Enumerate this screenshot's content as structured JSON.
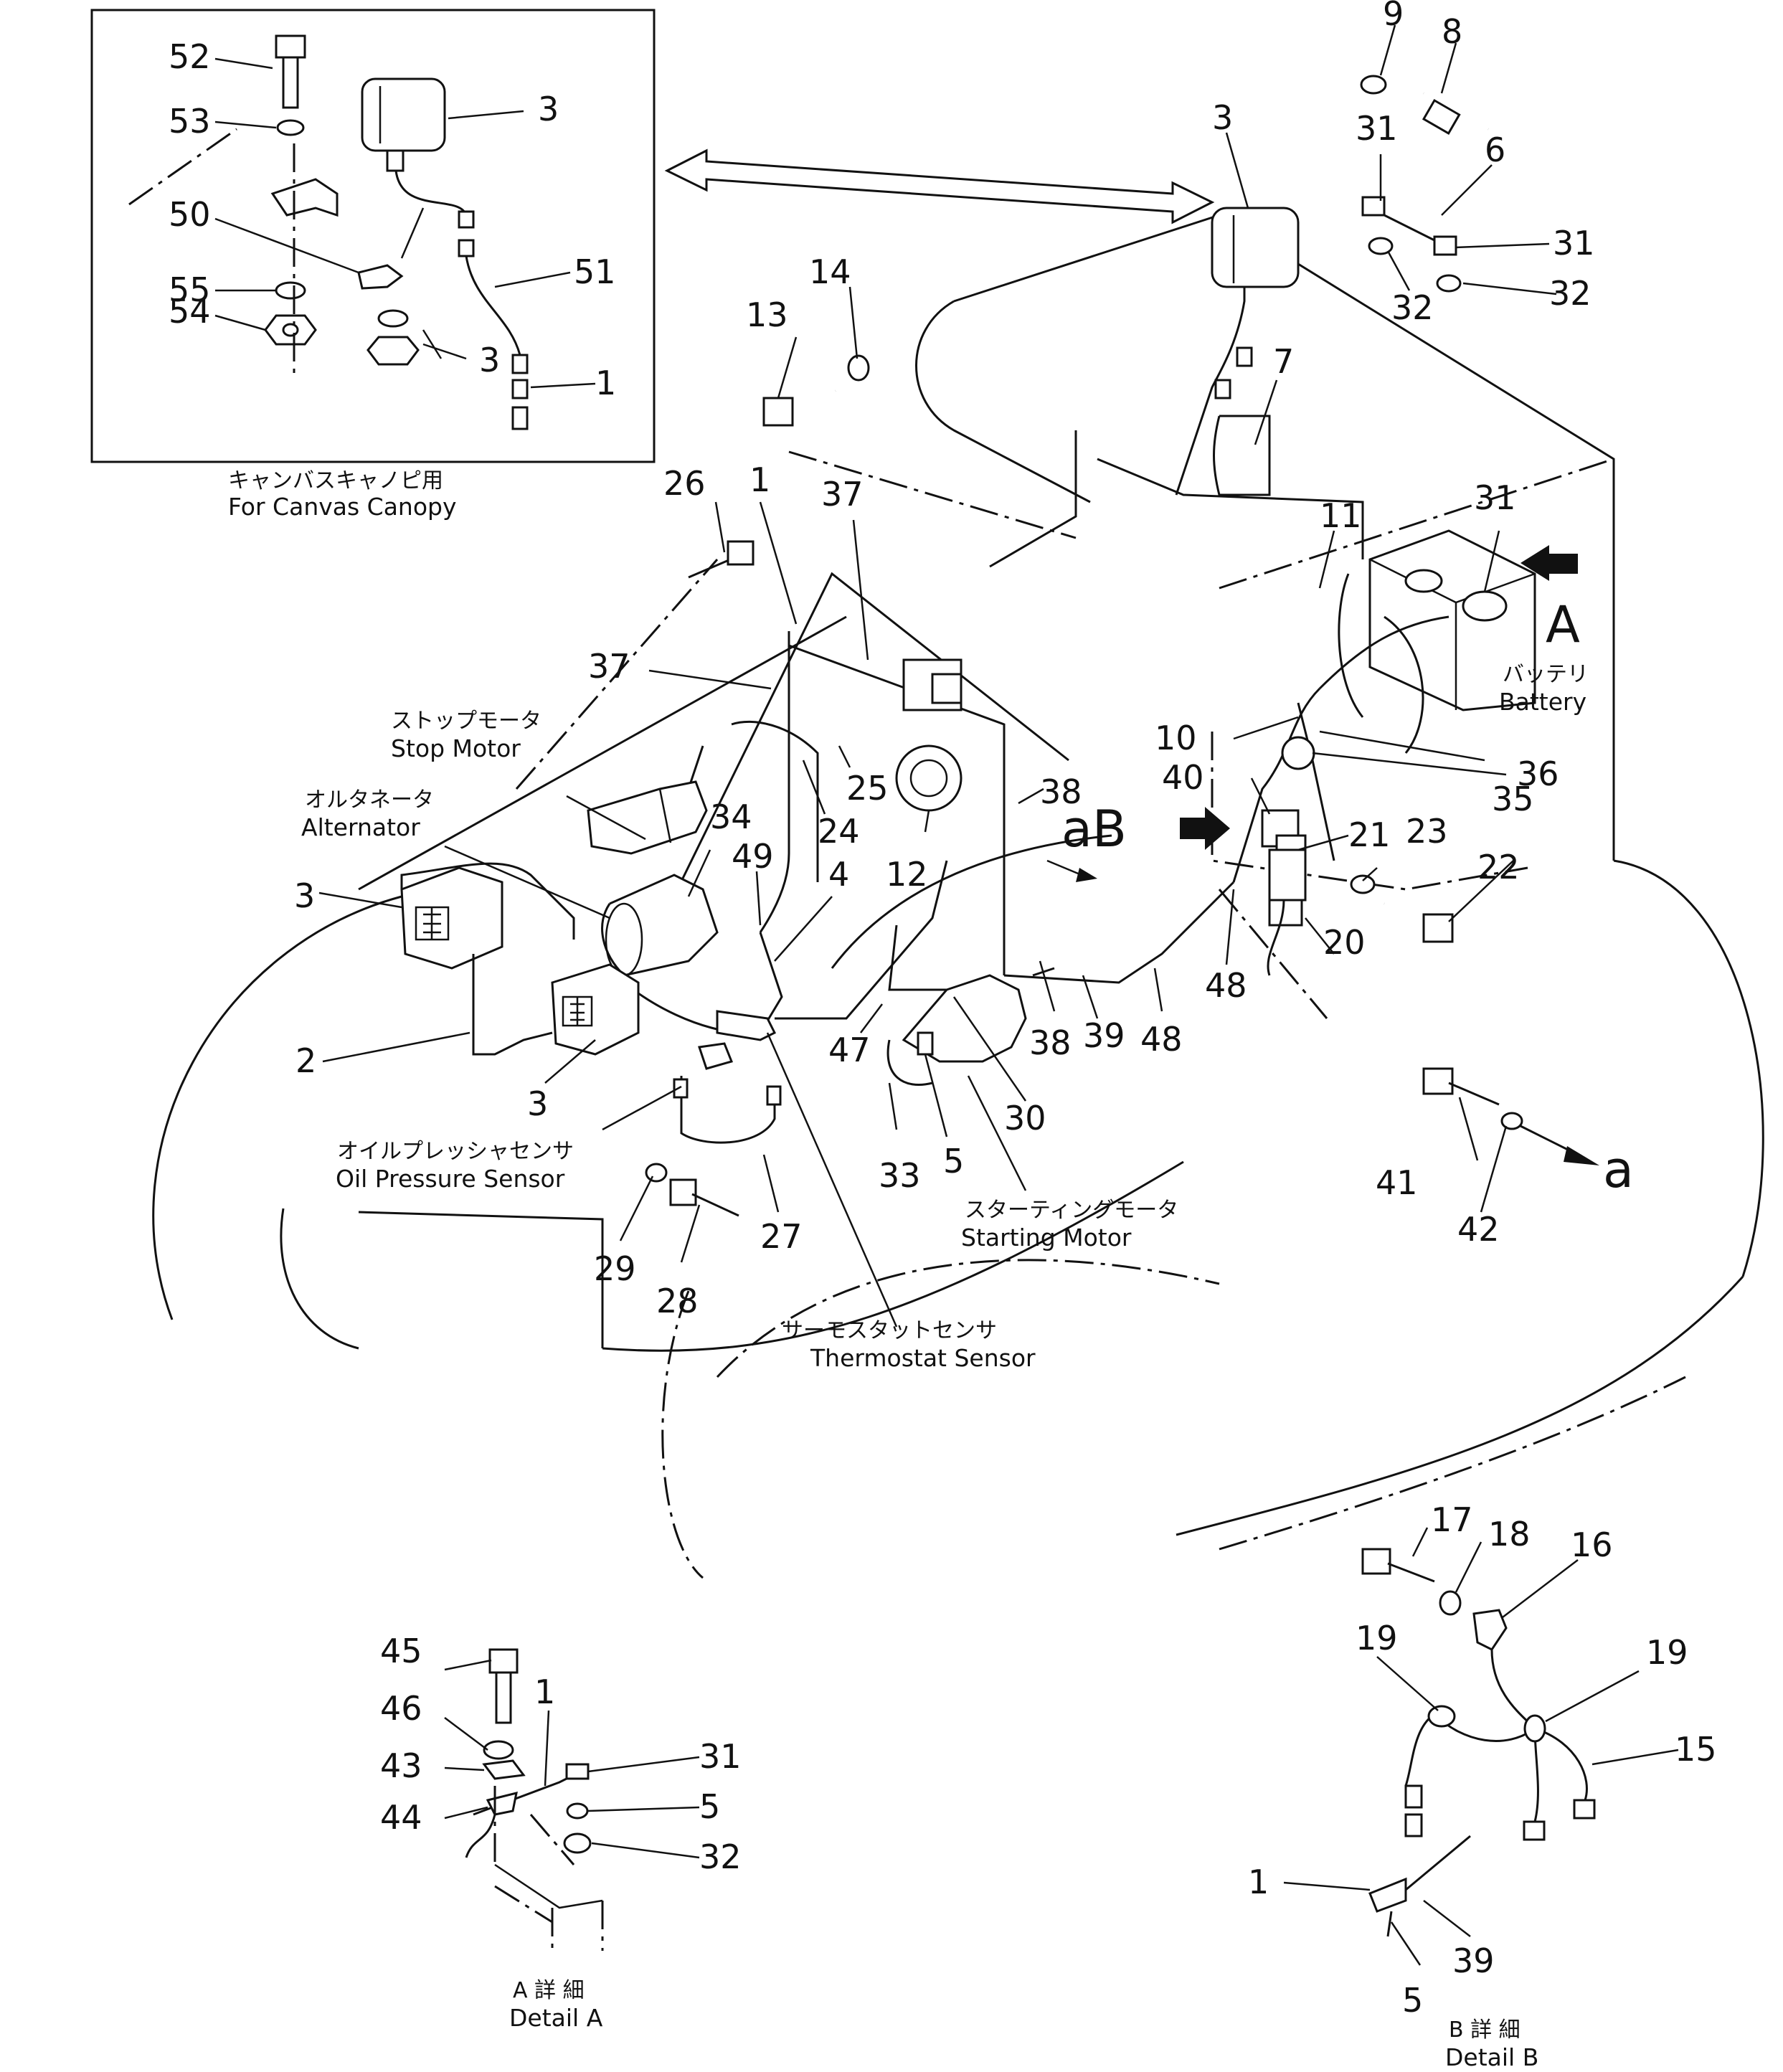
{
  "inset": {
    "caption_jp": "キャンバスキャノピ用",
    "caption_en": "For Canvas Canopy",
    "part_numbers": [
      "52",
      "53",
      "3",
      "50",
      "51",
      "55",
      "54",
      "3",
      "1"
    ]
  },
  "main": {
    "part_numbers": [
      "9",
      "8",
      "3",
      "31",
      "6",
      "31",
      "32",
      "32",
      "13",
      "14",
      "7",
      "26",
      "1",
      "37",
      "31",
      "11",
      "37",
      "10",
      "36",
      "40",
      "35",
      "25",
      "24",
      "12",
      "38",
      "21",
      "23",
      "22",
      "34",
      "49",
      "4",
      "20",
      "3",
      "48",
      "2",
      "47",
      "38",
      "39",
      "48",
      "30",
      "3",
      "33",
      "5",
      "41",
      "42",
      "29",
      "28",
      "27"
    ],
    "view_letters": {
      "a_right": "a",
      "b_marker": "aB",
      "a_marker": "A"
    },
    "labels": {
      "battery_jp": "バッテリ",
      "battery_en": "Battery",
      "stop_motor_jp": "ストップモータ",
      "stop_motor_en": "Stop Motor",
      "alternator_jp": "オルタネータ",
      "alternator_en": "Alternator",
      "oil_jp": "オイルプレッシャセンサ",
      "oil_en": "Oil Pressure Sensor",
      "starting_jp": "スターティングモータ",
      "starting_en": "Starting Motor",
      "thermo_jp": "サーモスタットセンサ",
      "thermo_en": "Thermostat Sensor"
    }
  },
  "detail_a": {
    "caption_jp": "A 詳 細",
    "caption_en": "Detail A",
    "part_numbers": [
      "45",
      "1",
      "46",
      "31",
      "43",
      "5",
      "44",
      "32"
    ]
  },
  "detail_b": {
    "caption_jp": "B 詳 細",
    "caption_en": "Detail B",
    "part_numbers": [
      "17",
      "18",
      "16",
      "19",
      "19",
      "15",
      "1",
      "5",
      "39"
    ]
  }
}
